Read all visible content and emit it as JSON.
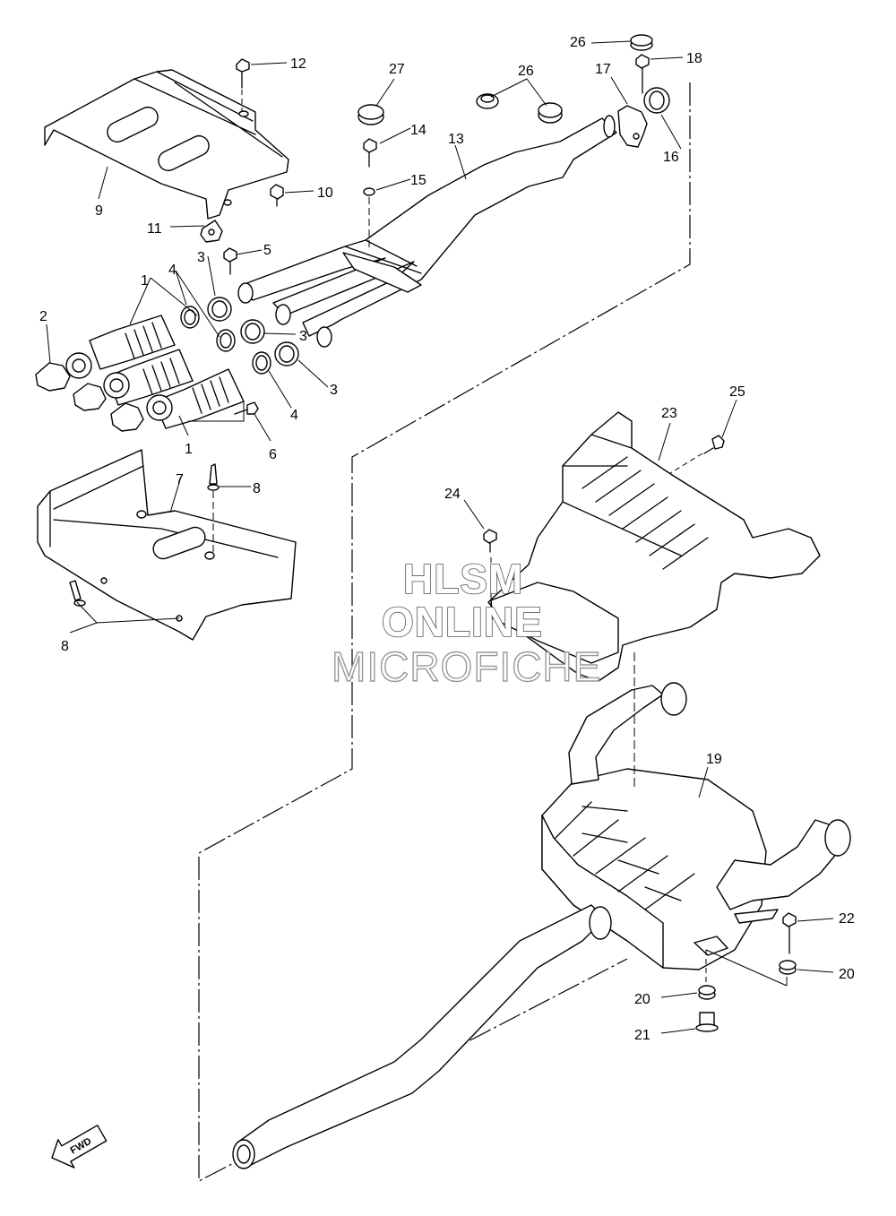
{
  "watermark": {
    "line1": "HLSM",
    "line2": "ONLINE",
    "line3": "MICROFICHE"
  },
  "fwd_badge": "FWD",
  "callouts": {
    "c1a": "1",
    "c1b": "1",
    "c2": "2",
    "c3a": "3",
    "c3b": "3",
    "c3c": "3",
    "c4a": "4",
    "c4b": "4",
    "c5": "5",
    "c6": "6",
    "c7": "7",
    "c8a": "8",
    "c8b": "8",
    "c9": "9",
    "c10": "10",
    "c11": "11",
    "c12": "12",
    "c13": "13",
    "c14": "14",
    "c15": "15",
    "c16": "16",
    "c17": "17",
    "c18": "18",
    "c19": "19",
    "c20a": "20",
    "c20b": "20",
    "c21": "21",
    "c22": "22",
    "c23": "23",
    "c24": "24",
    "c25": "25",
    "c26a": "26",
    "c26b": "26",
    "c27": "27"
  }
}
